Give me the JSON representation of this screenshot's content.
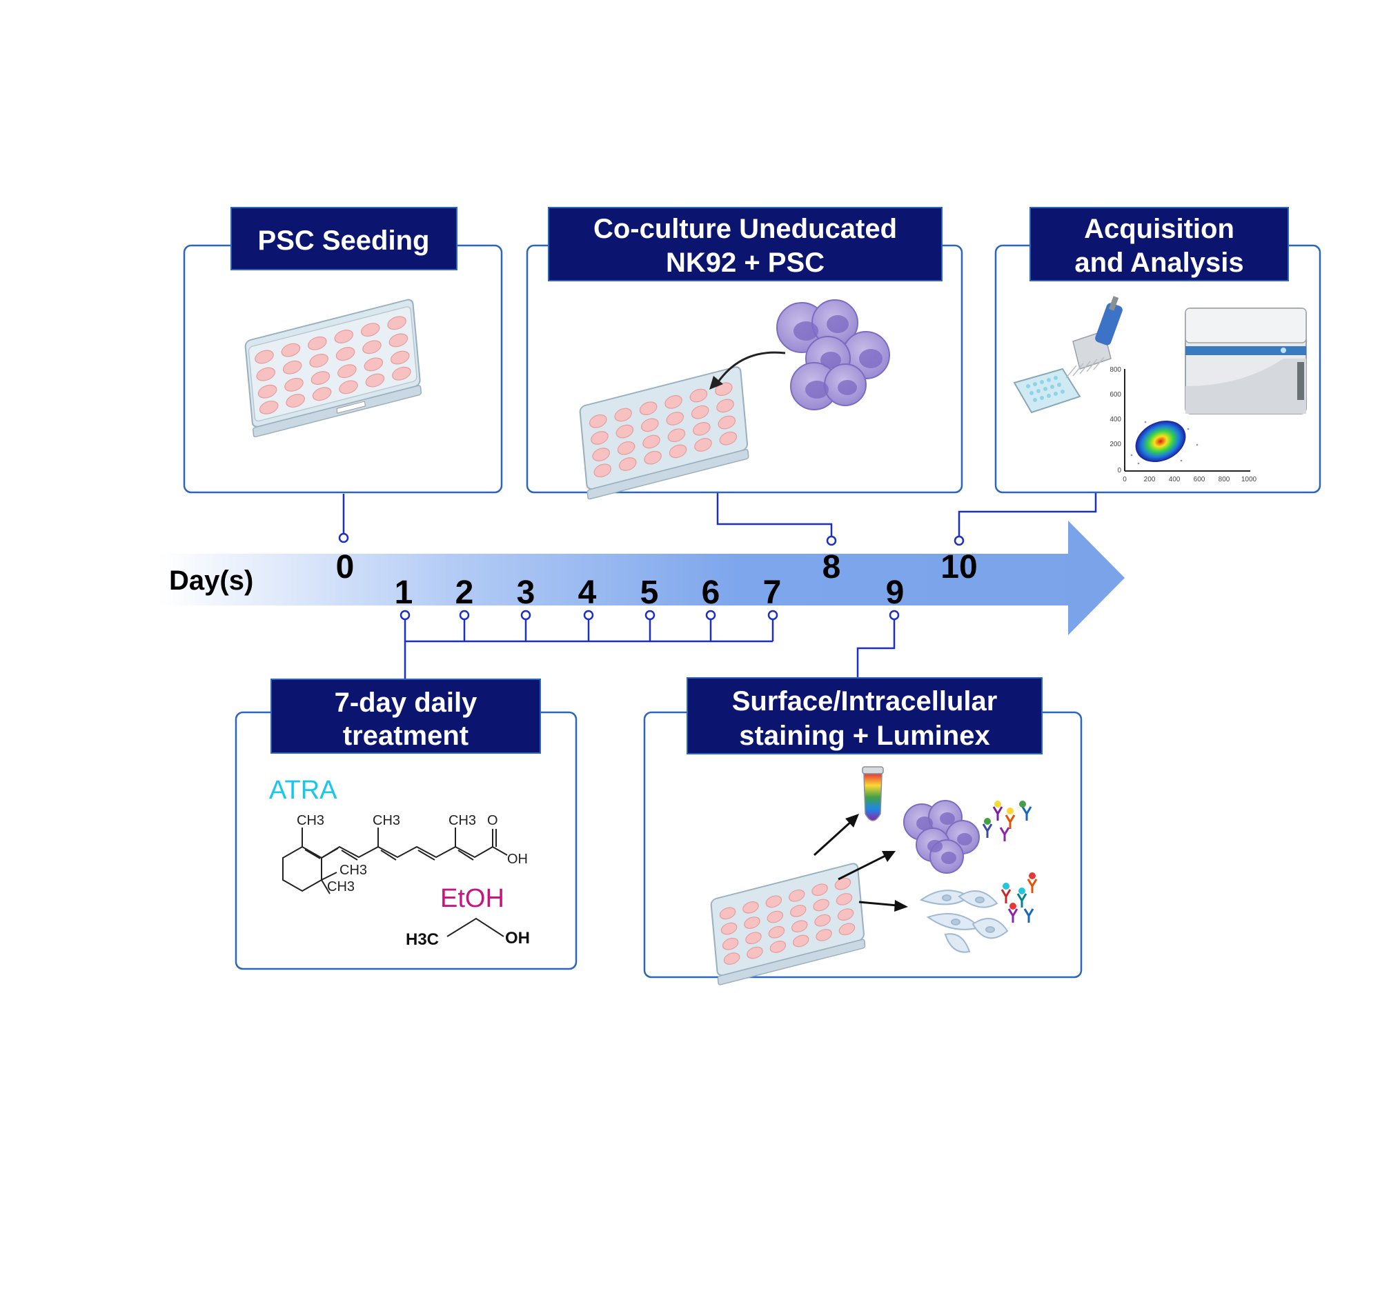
{
  "timeline": {
    "axis_label": "Day(s)",
    "days": [
      "0",
      "1",
      "2",
      "3",
      "4",
      "5",
      "6",
      "7",
      "8",
      "9",
      "10"
    ]
  },
  "boxes": {
    "psc_seeding": {
      "title": "PSC Seeding"
    },
    "coculture": {
      "title_line1": "Co-culture Uneducated",
      "title_line2": "NK92 + PSC"
    },
    "acquisition": {
      "title_line1": "Acquisition",
      "title_line2": "and Analysis",
      "plot_y_ticks": [
        "800",
        "600",
        "400",
        "200",
        "0"
      ],
      "plot_x_ticks": [
        "0",
        "200",
        "400",
        "600",
        "800",
        "1000"
      ]
    },
    "treatment": {
      "title_line1": "7-day daily",
      "title_line2": "treatment",
      "drug_label": "ATRA",
      "drug_ch3_a": "CH3",
      "drug_ch3_b": "CH3",
      "drug_ch3_c": "CH3",
      "drug_ch3_d": "CH3",
      "drug_ch3_e": "CH3",
      "drug_o": "O",
      "drug_oh": "OH",
      "vehicle_label": "EtOH",
      "vehicle_left": "H3C",
      "vehicle_right": "OH"
    },
    "staining": {
      "title_line1": "Surface/Intracellular",
      "title_line2": "staining + Luminex"
    }
  },
  "colors": {
    "title_bg": "#0b1570",
    "box_border": "#2b66b8",
    "arrow": "#7aa3ea",
    "connector": "#1a2fc9",
    "atra": "#18c6ee",
    "etoh": "#c2187e"
  }
}
